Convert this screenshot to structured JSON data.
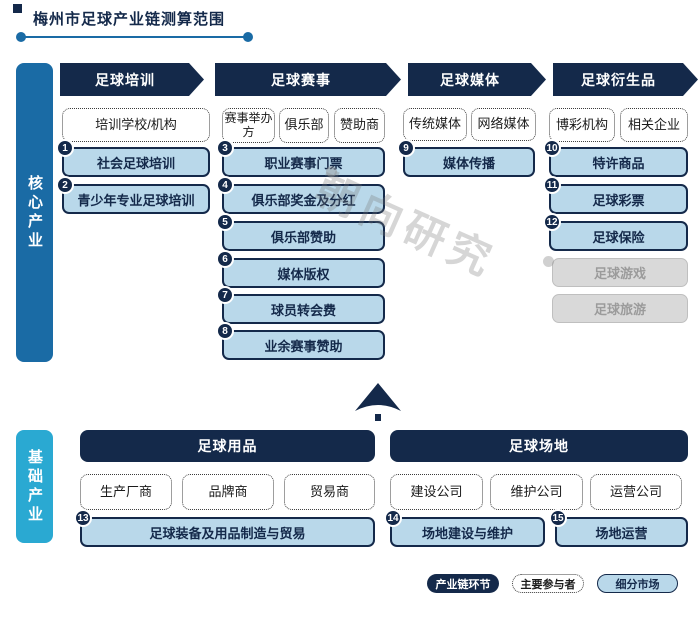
{
  "title": "梅州市足球产业链测算范围",
  "watermark": "朝向研究",
  "colors": {
    "navy": "#14294a",
    "segment_fill": "#b9d8ea",
    "core_sidebar_blue": "#1a6ba5",
    "basic_sidebar_cyan": "#2aa9d2",
    "inactive_gray": "#d9d9d9",
    "title_line_blue": "#1a6ba5"
  },
  "core": {
    "sidebar_label": "核心产业",
    "columns": [
      {
        "header": "足球培训",
        "participants": [
          "培训学校/机构"
        ],
        "segments": [
          {
            "num": "1",
            "label": "社会足球培训"
          },
          {
            "num": "2",
            "label": "青少年专业足球培训"
          }
        ]
      },
      {
        "header": "足球赛事",
        "participants": [
          "赛事举办方",
          "俱乐部",
          "赞助商"
        ],
        "segments": [
          {
            "num": "3",
            "label": "职业赛事门票"
          },
          {
            "num": "4",
            "label": "俱乐部奖金及分红"
          },
          {
            "num": "5",
            "label": "俱乐部赞助"
          },
          {
            "num": "6",
            "label": "媒体版权"
          },
          {
            "num": "7",
            "label": "球员转会费"
          },
          {
            "num": "8",
            "label": "业余赛事赞助"
          }
        ]
      },
      {
        "header": "足球媒体",
        "participants": [
          "传统媒体",
          "网络媒体"
        ],
        "segments": [
          {
            "num": "9",
            "label": "媒体传播"
          }
        ]
      },
      {
        "header": "足球衍生品",
        "participants": [
          "博彩机构",
          "相关企业"
        ],
        "segments": [
          {
            "num": "10",
            "label": "特许商品"
          },
          {
            "num": "11",
            "label": "足球彩票"
          },
          {
            "num": "12",
            "label": "足球保险"
          }
        ],
        "inactive": [
          "足球游戏",
          "足球旅游"
        ]
      }
    ]
  },
  "basic": {
    "sidebar_label": "基础产业",
    "groups": [
      {
        "header": "足球用品",
        "participants": [
          "生产厂商",
          "品牌商",
          "贸易商"
        ],
        "segments": [
          {
            "num": "13",
            "label": "足球装备及用品制造与贸易"
          }
        ]
      },
      {
        "header": "足球场地",
        "participants": [
          "建设公司",
          "维护公司",
          "运营公司"
        ],
        "segments": [
          {
            "num": "14",
            "label": "场地建设与维护"
          },
          {
            "num": "15",
            "label": "场地运营"
          }
        ]
      }
    ]
  },
  "legend": {
    "chain": "产业链环节",
    "participant": "主要参与者",
    "segment": "细分市场"
  }
}
